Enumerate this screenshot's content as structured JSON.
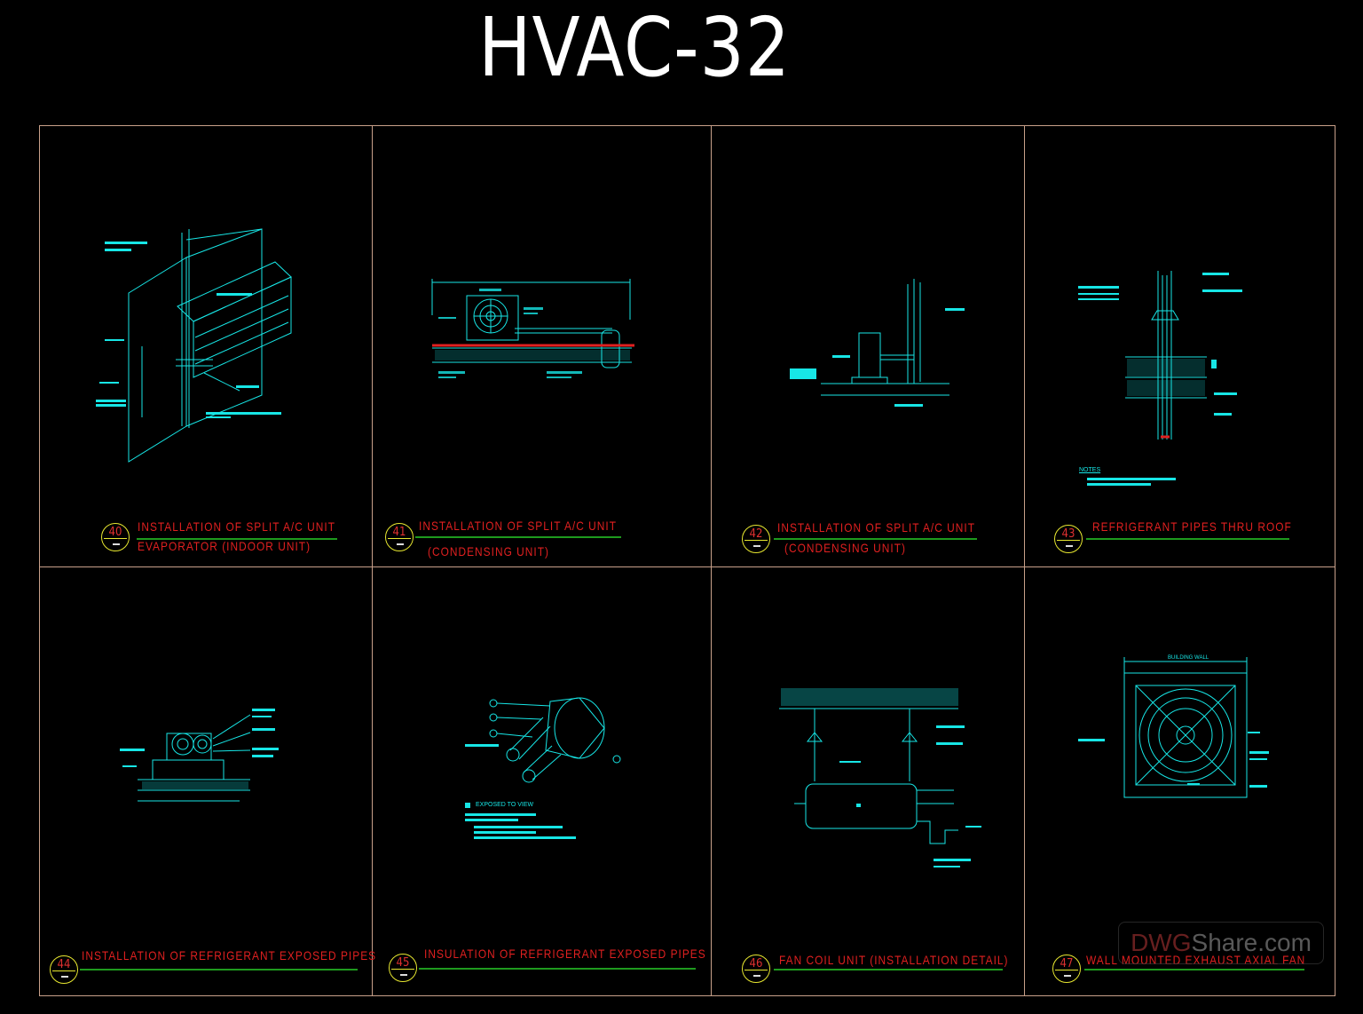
{
  "title": "HVAC-32",
  "watermark": {
    "brand": "DWG",
    "rest": "Share.com"
  },
  "details": [
    {
      "number": "40",
      "line1": "INSTALLATION  OF  SPLIT  A/C  UNIT",
      "line2": "EVAPORATOR  (INDOOR  UNIT)"
    },
    {
      "number": "41",
      "line1": "INSTALLATION  OF  SPLIT  A/C  UNIT",
      "line2": "(CONDENSING  UNIT)"
    },
    {
      "number": "42",
      "line1": "INSTALLATION  OF  SPLIT  A/C  UNIT",
      "line2": "(CONDENSING  UNIT)"
    },
    {
      "number": "43",
      "line1": "REFRIGERANT  PIPES  THRU  ROOF",
      "line2": ""
    },
    {
      "number": "44",
      "line1": "INSTALLATION  OF  REFRIGERANT    EXPOSED  PIPES",
      "line2": ""
    },
    {
      "number": "45",
      "line1": "INSULATION  OF  REFRIGERANT  EXPOSED  PIPES",
      "line2": ""
    },
    {
      "number": "46",
      "line1": "FAN  COIL  UNIT  (INSTALLATION  DETAIL)",
      "line2": ""
    },
    {
      "number": "47",
      "line1": "WALL  MOUNTED  EXHAUST  AXIAL  FAN",
      "line2": ""
    }
  ],
  "notes": {
    "d43": "NOTES",
    "d45": "EXPOSED TO VIEW",
    "d47": "BUILDING WALL"
  }
}
